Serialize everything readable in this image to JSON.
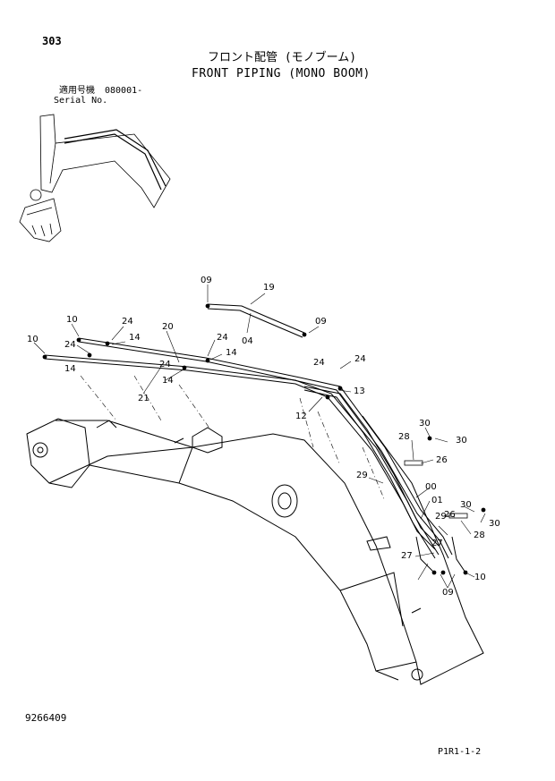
{
  "header": {
    "page_number": "303",
    "title_jp": "フロント配管 (モノブーム)",
    "title_en": "FRONT PIPING (MONO BOOM)",
    "serial_label_jp": "適用号機",
    "serial_label_en": "Serial No.",
    "serial_value": "080001-"
  },
  "footer": {
    "document_number": "9266409",
    "page_reference": "P1R1-1-2"
  },
  "callouts": {
    "c19": "19",
    "c09a": "09",
    "c04": "04",
    "c09b": "09",
    "c10a": "10",
    "c24a": "24",
    "c20": "20",
    "c10b": "10",
    "c24b": "24",
    "c14a": "14",
    "c24c": "24",
    "c14b": "14",
    "c14c": "14",
    "c24d": "24",
    "c14d": "14",
    "c21": "21",
    "c24e": "24",
    "c24f": "24",
    "c13": "13",
    "c12": "12",
    "c30a": "30",
    "c28a": "28",
    "c30b": "30",
    "c26a": "26",
    "c29a": "29",
    "c00": "00",
    "c01": "01",
    "c27a": "27",
    "c30c": "30",
    "c29b": "29",
    "c26b": "26",
    "c30d": "30",
    "c28b": "28",
    "c27b": "27",
    "c10c": "10",
    "c09c": "09"
  }
}
